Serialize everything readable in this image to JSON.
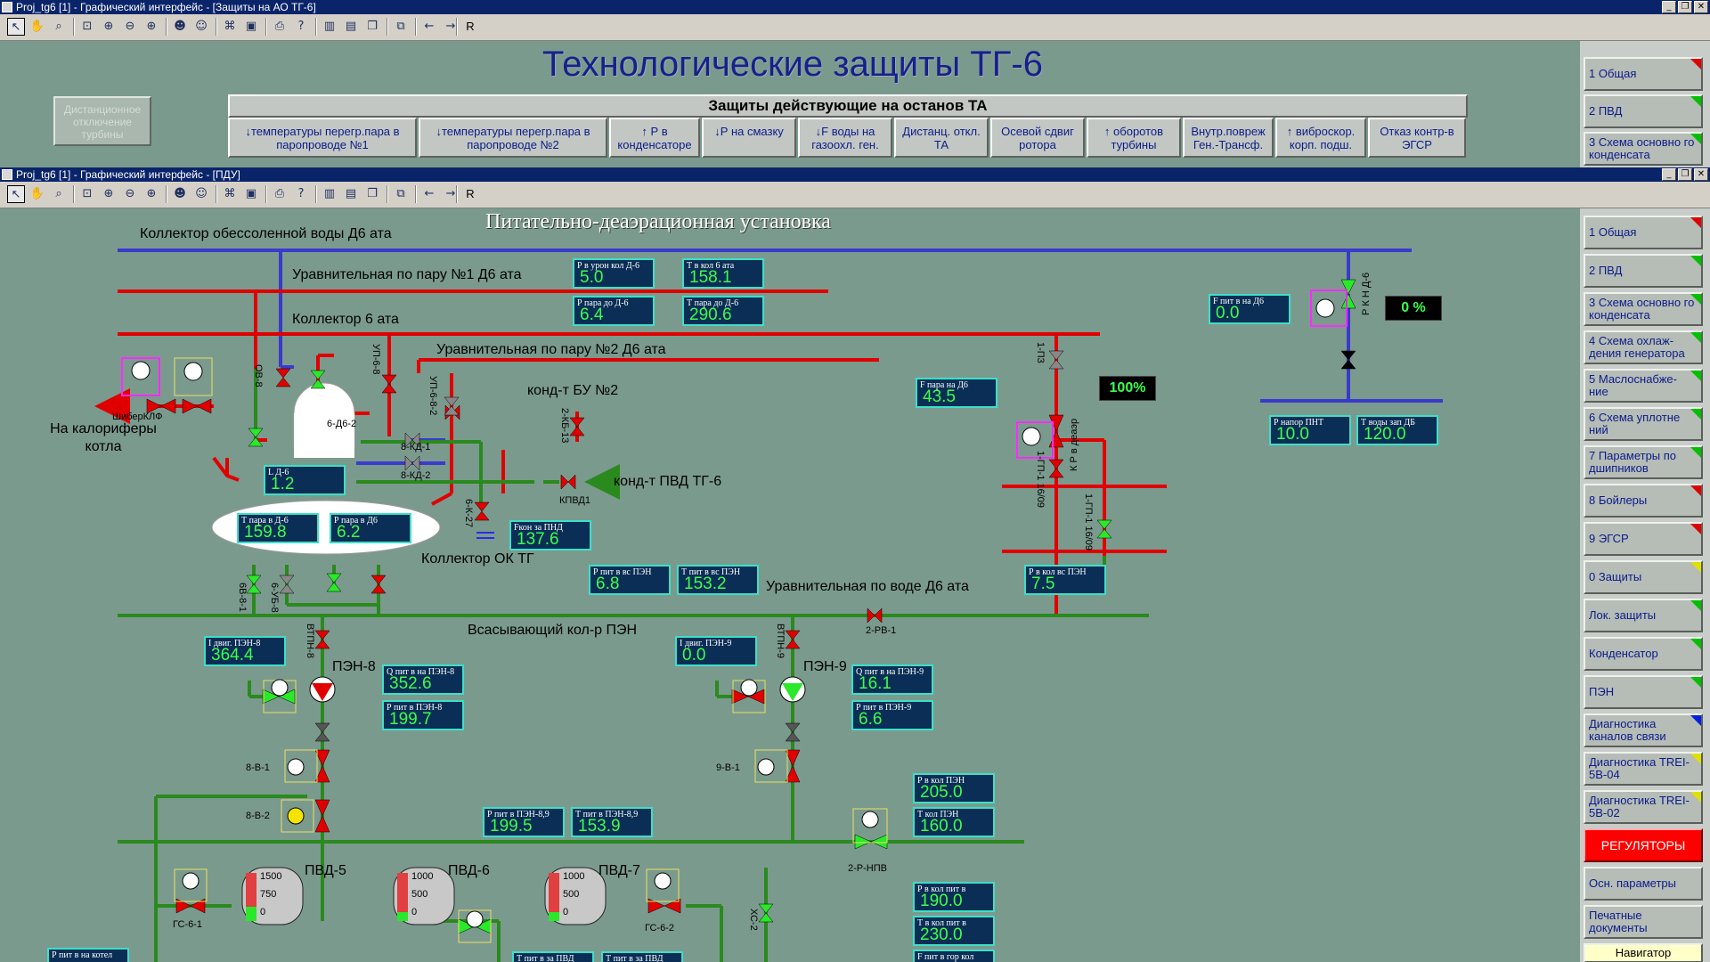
{
  "top_window": {
    "title": "Proj_tg6 [1] - Графический интерфейс - [Защиты на АО ТГ-6]",
    "heading": "Технологические защиты ТГ-6",
    "remote_button": "Дистанционное отключение турбины",
    "panel_header": "Защиты действующие на останов ТА",
    "protections": [
      "↓температуры перегр.пара в паропроводе №1",
      "↓температуры перегр.пара в паропроводе №2",
      "↑ Р в конденсаторе",
      "↓Р на смазку",
      "↓F воды на газоохл. ген.",
      "Дистанц. откл. ТА",
      "Осевой сдвиг ротора",
      "↑ оборотов турбины",
      "Внутр.повреж Ген.-Трансф.",
      "↑ виброскор. корп. подш.",
      "Отказ контр-в ЭГСР"
    ],
    "nav": [
      "1 Общая",
      "2 ПВД",
      "3 Схема основно го конденсата"
    ]
  },
  "main_window": {
    "title": "Proj_tg6 [1] - Графический интерфейс - [ПДУ]",
    "heading": "Питательно-деаэрационная установка",
    "toolbar_r": "R",
    "nav": [
      {
        "label": "1 Общая",
        "flag": "red"
      },
      {
        "label": "2 ПВД",
        "flag": "green"
      },
      {
        "label": "3 Схема основно го конденсата",
        "flag": "green"
      },
      {
        "label": "4 Схема охлаж- дения генератора",
        "flag": "green"
      },
      {
        "label": "5 Маслоснабже- ние",
        "flag": "green"
      },
      {
        "label": "6 Схема уплотне ний",
        "flag": "green"
      },
      {
        "label": "7 Параметры по дшипников",
        "flag": "green"
      },
      {
        "label": "8 Бойлеры",
        "flag": "red"
      },
      {
        "label": "9 ЭГСР",
        "flag": "red"
      },
      {
        "label": "0 Защиты",
        "flag": "yellow"
      },
      {
        "label": "Лок. защиты",
        "flag": "green"
      },
      {
        "label": "Конденсатор",
        "flag": "green"
      },
      {
        "label": "ПЭН",
        "flag": "green"
      },
      {
        "label": "Диагностика каналов связи",
        "flag": "blue"
      },
      {
        "label": "Диагностика TREI-5B-04",
        "flag": "yellow"
      },
      {
        "label": "Диагностика TREI-5B-02",
        "flag": "yellow"
      },
      {
        "label": "РЕГУЛЯТОРЫ",
        "flag": "none"
      },
      {
        "label": "Осн. параметры",
        "flag": "none"
      },
      {
        "label": "Печатные документы",
        "flag": "none"
      },
      {
        "label": "Навигатор",
        "flag": "none"
      }
    ],
    "line_labels": {
      "coll_water": "Коллектор обессоленной воды Д6 ата",
      "ur_steam1": "Уравнительная по пару №1 Д6 ата",
      "coll6": "Коллектор 6 ата",
      "ur_steam2": "Уравнительная по пару №2 Д6 ата",
      "kond_bu": "конд-т БУ №2",
      "kond_pvd": "конд-т ПВД ТГ-6",
      "kalorifery": "На калориферы котла",
      "shiber": "ШиберКЛФ",
      "coll_ok": "Коллектор ОК ТГ",
      "ur_water": "Уравнительная по воде Д6 ата",
      "suction": "Всасывающий кол-р ПЭН",
      "pen8": "ПЭН-8",
      "pen9": "ПЭН-9",
      "pvd5": "ПВД-5",
      "pvd6": "ПВД-6",
      "pvd7": "ПВД-7",
      "kpvd1": "КПВД1",
      "rkn": "Р К Н Д-6",
      "kr": "К Р в деаэр"
    },
    "valve_labels": {
      "ov8": "ОВ-8",
      "v6vb1": "6В-8-1",
      "v6ub1": "6-УБ-8",
      "up68": "УП-6-8",
      "up682": "УП-6-8-2",
      "d62": "6-Д6-2",
      "kd1": "8-КД-1",
      "kd2": "8-КД-2",
      "kb13": "2-КБ-13",
      "k27": "6-К-27",
      "rv1": "2-РВ-1",
      "vtpn8": "ВТПН-8",
      "vtpn9": "ВТПН-9",
      "v8b1": "8-В-1",
      "v8b2": "8-В-2",
      "v9b1": "9-В-1",
      "r_npv": "2-Р-НПВ",
      "gs61": "ГС-6-1",
      "gs62": "ГС-6-2",
      "xc2": "ХС-2",
      "p13": "1-П3",
      "vb1": "1-ГП-1 16/09",
      "vb2": "1-ГП-1 16/09",
      "pvd_scale": [
        "1500",
        "750",
        "0",
        "1000",
        "500",
        "0",
        "1000",
        "500",
        "0"
      ]
    },
    "values": [
      {
        "label": "Р в урон кол Д-6",
        "value": "5.0"
      },
      {
        "label": "Т в кол 6 ата",
        "value": "158.1"
      },
      {
        "label": "Р пара до Д-6",
        "value": "6.4"
      },
      {
        "label": "Т пара до Д-6",
        "value": "290.6"
      },
      {
        "label": "L Д-6",
        "value": "1.2"
      },
      {
        "label": "Т пара в Д-6",
        "value": "159.8"
      },
      {
        "label": "Р пара в Д6",
        "value": "6.2"
      },
      {
        "label": "Fкон за ПНД",
        "value": "137.6"
      },
      {
        "label": "Р пит в вс ПЭН",
        "value": "6.8"
      },
      {
        "label": "Т пит в вс ПЭН",
        "value": "153.2"
      },
      {
        "label": "F пара на Д6",
        "value": "43.5"
      },
      {
        "label": "F пит в на Д6",
        "value": "0.0"
      },
      {
        "label": "Р напор ПНТ",
        "value": "10.0"
      },
      {
        "label": "Т воды зап ДБ",
        "value": "120.0"
      },
      {
        "label": "Р в кол вс ПЭН",
        "value": "7.5"
      },
      {
        "label": "I двиг. ПЭН-8",
        "value": "364.4"
      },
      {
        "label": "Q пит в на ПЭН-8",
        "value": "352.6"
      },
      {
        "label": "Р пит в ПЭН-8",
        "value": "199.7"
      },
      {
        "label": "I двиг. ПЭН-9",
        "value": "0.0"
      },
      {
        "label": "Q пит в на ПЭН-9",
        "value": "16.1"
      },
      {
        "label": "Р пит в ПЭН-9",
        "value": "6.6"
      },
      {
        "label": "Р в кол ПЭН",
        "value": "205.0"
      },
      {
        "label": "Т кол ПЭН",
        "value": "160.0"
      },
      {
        "label": "Р пит в ПЭН-8,9",
        "value": "199.5"
      },
      {
        "label": "Т пит в ПЭН-8,9",
        "value": "153.9"
      },
      {
        "label": "Р в кол пит в",
        "value": "190.0"
      },
      {
        "label": "Т в кол пит в",
        "value": "230.0"
      }
    ],
    "partial_labels": {
      "bottom1": "Р пит в на котел",
      "bottom2": "Т пит в за ПВД",
      "bottom3": "Т пит в за ПВД",
      "bottom4": "F пит в гор кол"
    },
    "percent_rkn": "0 %",
    "percent_kr": "100%"
  },
  "colors": {
    "background": "#7b9a8e",
    "steam": "#e00000",
    "water": "#2a8a1e",
    "demin": "#3a3acc",
    "value_text": "#3cff4c"
  }
}
